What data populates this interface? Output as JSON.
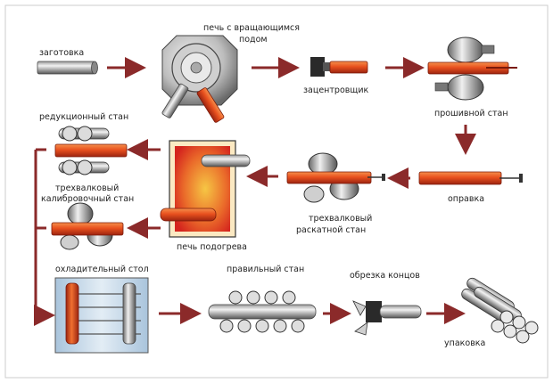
{
  "labels": {
    "billet": "заготовка",
    "rotary_furnace_1": "печь с вращающимся",
    "rotary_furnace_2": "подом",
    "centering": "зацентровщик",
    "piercing_mill": "прошивной стан",
    "reduction_mill": "редукционный стан",
    "sizing_mill_1": "трехвалковый",
    "sizing_mill_2": "калибровочный стан",
    "reheat_furnace": "печь подогрева",
    "rolling_mill_1": "трехвалковый",
    "rolling_mill_2": "раскатной стан",
    "mandrel": "оправка",
    "cooling_table": "охладительный стол",
    "straightening_mill": "правильный стан",
    "end_cutting": "обрезка концов",
    "packing": "упаковка"
  },
  "colors": {
    "arrow": "#8b2a2a",
    "hot_metal": "#e8501e",
    "hot_metal_dark": "#a82a10",
    "steel_light": "#e6e6e6",
    "steel_dark": "#5a5a5a",
    "furnace_red": "#d4241e",
    "furnace_yellow": "#f6c644",
    "cooling_blue": "#bdd3e6"
  },
  "icons": {
    "rotary_furnace": "rotary-hearth-furnace-icon",
    "piercing": "piercing-rolls-icon",
    "reheat": "reheat-furnace-icon",
    "cooling": "cooling-bed-icon",
    "straightening": "straightening-rolls-icon",
    "cutting": "end-cutting-icon",
    "bundle": "pipe-bundle-icon"
  }
}
